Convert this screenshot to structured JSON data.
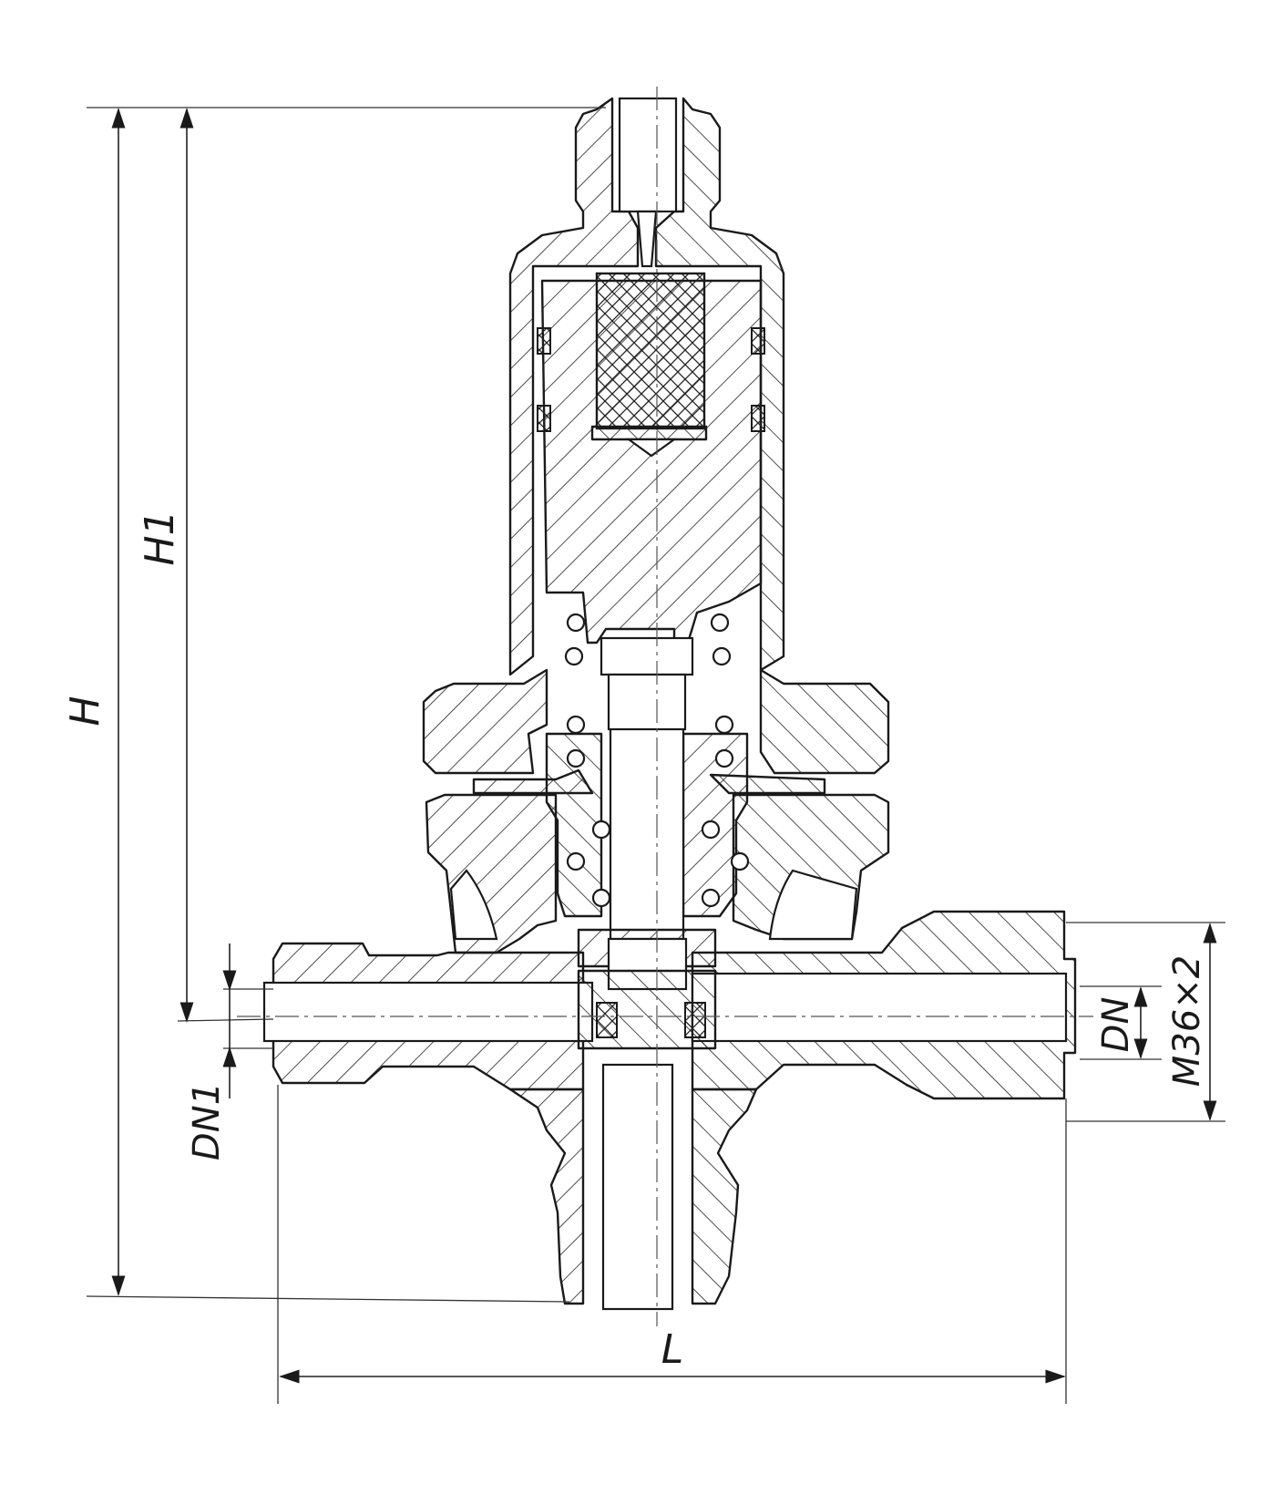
{
  "labels": {
    "H": "H",
    "H1": "H1",
    "DN": "DN",
    "DN1": "DN1",
    "thread": "M36×2",
    "L": "L"
  },
  "colors": {
    "ink": "#1a1a1a",
    "paper": "#ffffff"
  }
}
